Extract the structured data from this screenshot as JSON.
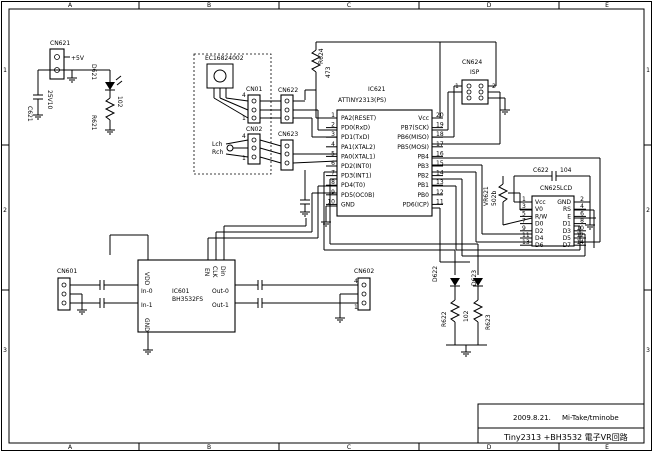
{
  "frame": {
    "cols": [
      "A",
      "B",
      "C",
      "D",
      "E"
    ],
    "rows": [
      "1",
      "2",
      "3"
    ]
  },
  "title_block": {
    "date": "2009.8.21.",
    "author": "Mi-Take/tminobe",
    "title": "Tiny2313 +BH3532 電子VR回路"
  },
  "power": {
    "connector": "CN621",
    "label": "+5V",
    "cap_ref": "C621",
    "cap_value": "25V10",
    "led_ref": "D621",
    "res_ref": "R621",
    "res_value": "102"
  },
  "sensor": {
    "module": "EC16824002",
    "cn01": "CN01",
    "cn02": "CN02",
    "lch": "Lch",
    "rch": "Rch"
  },
  "mcu": {
    "ref": "IC621",
    "part": "ATTINY2313(PS)",
    "r624": "R624",
    "r624_value": "473",
    "cn622": "CN622",
    "cn623": "CN623",
    "left_pins": [
      {
        "num": "1",
        "name": "PA2(RESET)"
      },
      {
        "num": "2",
        "name": "PD0(RxD)"
      },
      {
        "num": "3",
        "name": "PD1(TxD)"
      },
      {
        "num": "4",
        "name": "PA1(XTAL2)"
      },
      {
        "num": "5",
        "name": "PA0(XTAL1)"
      },
      {
        "num": "6",
        "name": "PD2(INT0)"
      },
      {
        "num": "7",
        "name": "PD3(INT1)"
      },
      {
        "num": "8",
        "name": "PD4(T0)"
      },
      {
        "num": "9",
        "name": "PD5(OC0B)"
      },
      {
        "num": "10",
        "name": "GND"
      }
    ],
    "right_pins": [
      {
        "num": "20",
        "name": "Vcc"
      },
      {
        "num": "19",
        "name": "PB7(SCK)"
      },
      {
        "num": "18",
        "name": "PB6(MISO)"
      },
      {
        "num": "17",
        "name": "PB5(MOSI)"
      },
      {
        "num": "16",
        "name": "PB4"
      },
      {
        "num": "15",
        "name": "PB3"
      },
      {
        "num": "14",
        "name": "PB2"
      },
      {
        "num": "13",
        "name": "PB1"
      },
      {
        "num": "12",
        "name": "PB0"
      },
      {
        "num": "11",
        "name": "PD6(ICP)"
      }
    ]
  },
  "isp": {
    "ref": "CN624",
    "label": "ISP"
  },
  "lcd": {
    "ref": "CN625",
    "label": "LCD",
    "cap_ref": "C622",
    "cap_value": "104",
    "vr_ref": "VR621",
    "vr_value": "502b",
    "left_pins": [
      {
        "num": "1",
        "name": "Vcc"
      },
      {
        "num": "3",
        "name": "V0"
      },
      {
        "num": "5",
        "name": "R/W"
      },
      {
        "num": "7",
        "name": "D0"
      },
      {
        "num": "9",
        "name": "D2"
      },
      {
        "num": "11",
        "name": "D4"
      },
      {
        "num": "13",
        "name": "D6"
      }
    ],
    "right_pins": [
      {
        "num": "2",
        "name": "GND"
      },
      {
        "num": "4",
        "name": "RS"
      },
      {
        "num": "6",
        "name": "E"
      },
      {
        "num": "8",
        "name": "D1"
      },
      {
        "num": "10",
        "name": "D3"
      },
      {
        "num": "12",
        "name": "D5"
      },
      {
        "num": "14",
        "name": "D7"
      }
    ]
  },
  "status_leds": {
    "d622": "D622",
    "d623": "D623",
    "r622": "R622",
    "r623": "R623",
    "res_value": "102"
  },
  "volume": {
    "ref": "IC601",
    "part": "BH3532FS",
    "pins_top": [
      "VDD",
      "EN",
      "CLK",
      "Din"
    ],
    "pin_gnd": "GND",
    "in0": "In-0",
    "in1": "In-1",
    "out0": "Out-0",
    "out1": "Out-1",
    "cn601": "CN601",
    "cn602": "CN602"
  }
}
